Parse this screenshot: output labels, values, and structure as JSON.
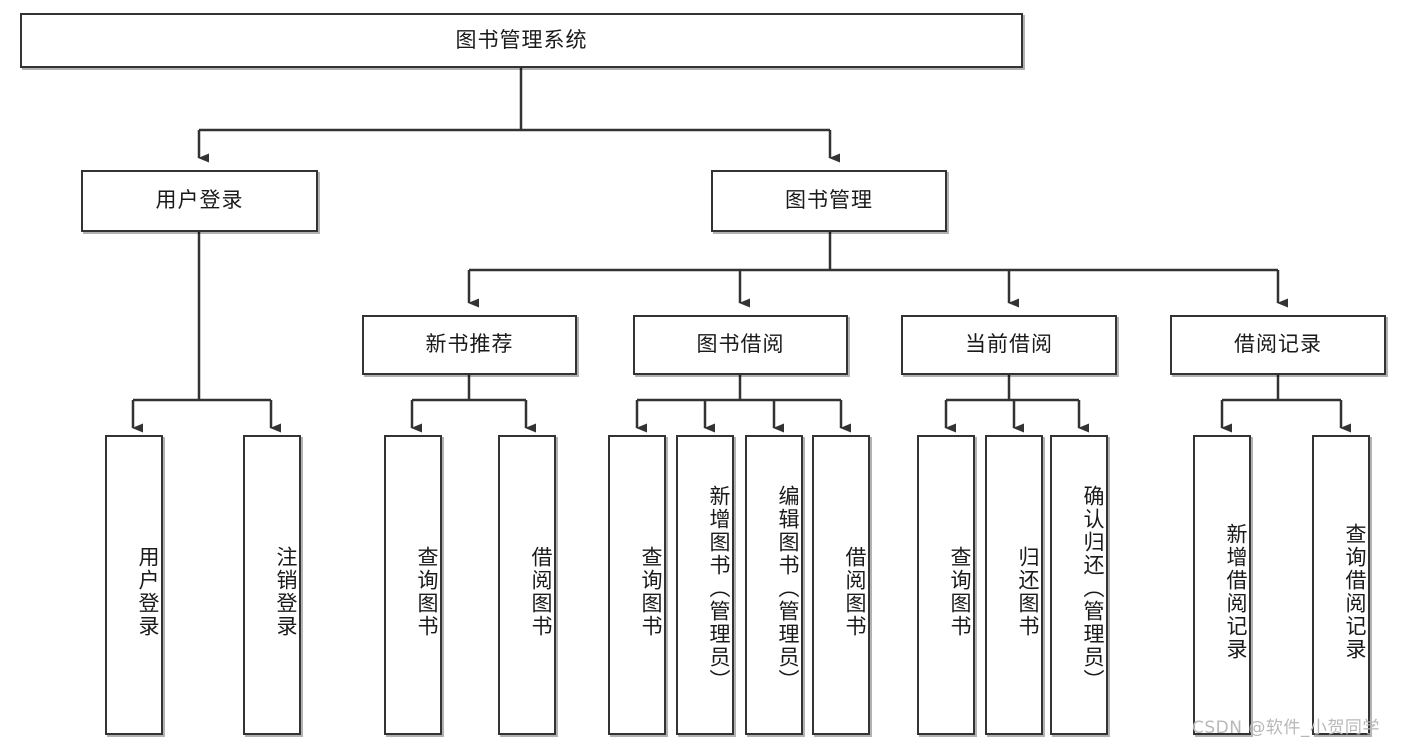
{
  "diagram": {
    "title": "图书管理系统",
    "type": "tree-hierarchy-chart",
    "root": {
      "label": "图书管理系统"
    },
    "level2": [
      {
        "label": "用户登录"
      },
      {
        "label": "图书管理"
      }
    ],
    "level3": [
      {
        "label": "新书推荐"
      },
      {
        "label": "图书借阅"
      },
      {
        "label": "当前借阅"
      },
      {
        "label": "借阅记录"
      }
    ],
    "leaves": {
      "user_login": [
        {
          "label": "用户登录"
        },
        {
          "label": "注销登录"
        }
      ],
      "new_book_recommend": [
        {
          "label": "查询图书"
        },
        {
          "label": "借阅图书"
        }
      ],
      "book_borrow": [
        {
          "label": "查询图书"
        },
        {
          "label": "新增图书（管理员）"
        },
        {
          "label": "编辑图书（管理员）"
        },
        {
          "label": "借阅图书"
        }
      ],
      "current_borrow": [
        {
          "label": "查询图书"
        },
        {
          "label": "归还图书"
        },
        {
          "label": "确认归还（管理员）"
        }
      ],
      "borrow_record": [
        {
          "label": "新增借阅记录"
        },
        {
          "label": "查询借阅记录"
        }
      ]
    }
  },
  "watermark": {
    "text": "CSDN @软件_小贺同学"
  },
  "colors": {
    "border": "#333333",
    "background": "#ffffff",
    "text": "#1a1a1a",
    "watermark": "#b8b8b8"
  }
}
